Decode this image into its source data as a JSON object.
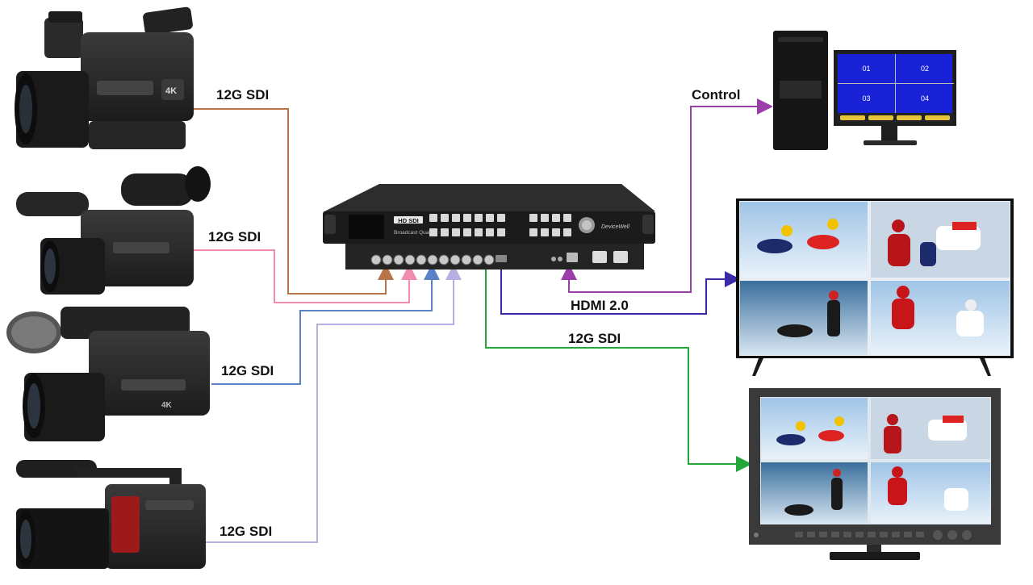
{
  "cameras": [
    {
      "label": "12G SDI",
      "badge": "4K"
    },
    {
      "label": "12G SDI"
    },
    {
      "label": "12G SDI",
      "badge": "4K"
    },
    {
      "label": "12G SDI"
    }
  ],
  "device": {
    "logo": "HD SDI",
    "subtitle": "Broadcast Quality",
    "brand": "DeviceWell"
  },
  "control": {
    "label": "Control",
    "windows": [
      "01",
      "02",
      "03",
      "04"
    ]
  },
  "outputs": {
    "hdmi_label": "HDMI 2.0",
    "sdi_label": "12G SDI"
  },
  "colors": {
    "cam1_link": "#b8744a",
    "cam2_link": "#f08cb0",
    "cam3_link": "#5b82c8",
    "cam4_link": "#b8aee0",
    "control_link": "#9a3fa8",
    "hdmi_link": "#3a2aa8",
    "sdi_out_link": "#22a83a",
    "multiview_bg": "#1a22d8"
  }
}
